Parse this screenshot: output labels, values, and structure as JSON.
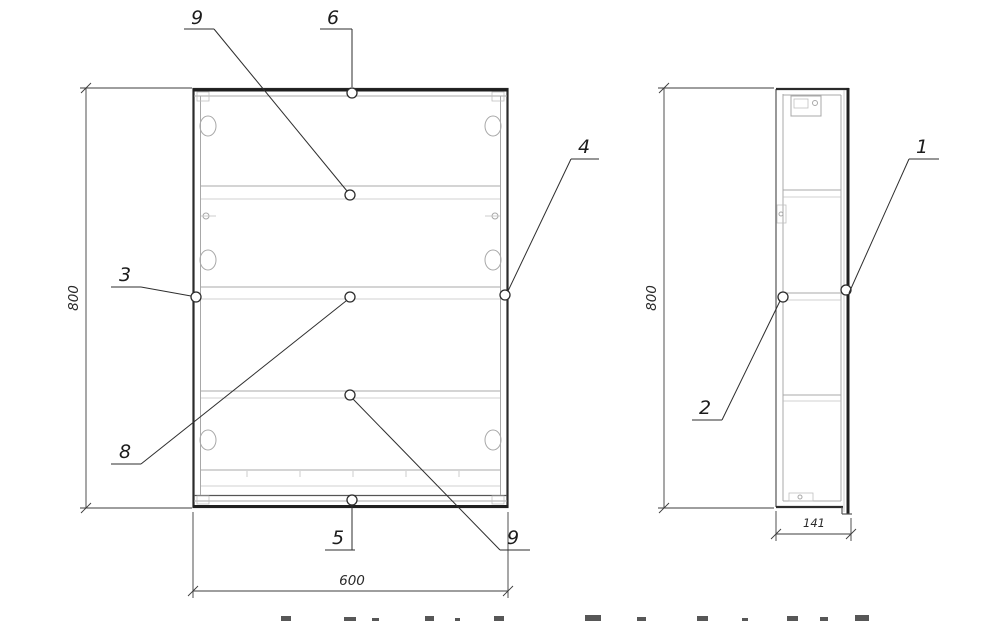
{
  "drawing": {
    "type": "furniture-cabinet-technical-drawing",
    "views": {
      "front": "front view",
      "side": "side view"
    }
  },
  "callouts": {
    "n9_top": "9",
    "n6": "6",
    "n4": "4",
    "n3": "3",
    "n8": "8",
    "n5": "5",
    "n9_bottom": "9",
    "n2": "2",
    "n1": "1"
  },
  "dimensions": {
    "front_height": "800",
    "front_width": "600",
    "side_height": "800",
    "side_depth": "141"
  },
  "colors": {
    "outline": "#2b2b2b",
    "detail": "#a8a8a8",
    "dimension": "#3c3c3c",
    "background": "#ffffff"
  }
}
